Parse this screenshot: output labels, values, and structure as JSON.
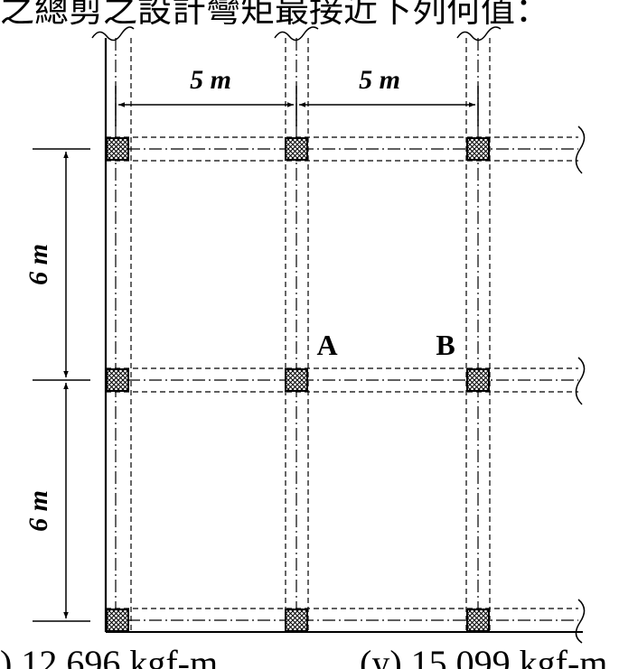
{
  "question": {
    "header_text": "之總剪之設計彎矩最接近下列何值：",
    "dim_horizontal": [
      "5 m",
      "5 m"
    ],
    "dim_vertical": [
      "6 m",
      "6 m"
    ],
    "point_a": "A",
    "point_b": "B",
    "options_partial": [
      ") 12.696 kgf-m",
      "(y) 15.099 kgf-m"
    ]
  }
}
